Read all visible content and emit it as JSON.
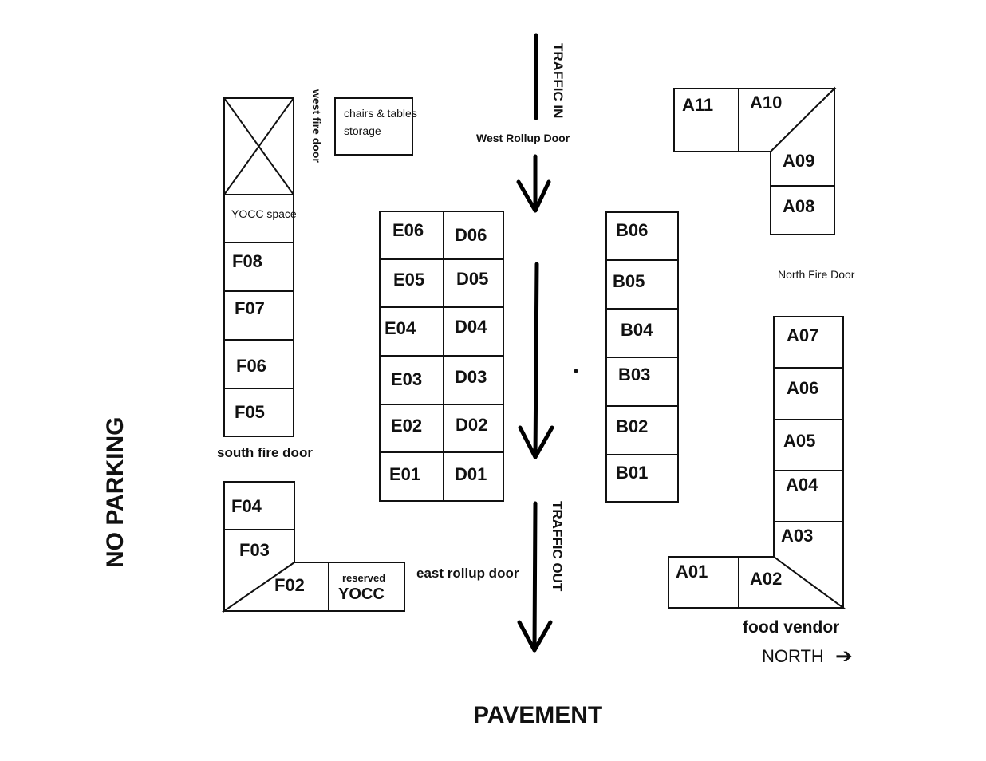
{
  "labels": {
    "traffic_in": "TRAFFIC IN",
    "traffic_out": "TRAFFIC OUT",
    "west_rollup": "West Rollup Door",
    "east_rollup": "east rollup door",
    "north_fire": "North Fire Door",
    "south_fire": "south fire door",
    "west_fire": "west fire door",
    "storage_line1": "chairs & tables",
    "storage_line2": "storage",
    "yocc_space": "YOCC space",
    "reserved": "reserved",
    "yocc": "YOCC",
    "food_vendor": "food vendor",
    "north": "NORTH",
    "north_arrow": "➔",
    "no_parking": "NO PARKING",
    "pavement": "PAVEMENT"
  },
  "booths": {
    "E06": "E06",
    "D06": "D06",
    "E05": "E05",
    "D05": "D05",
    "E04": "E04",
    "D04": "D04",
    "E03": "E03",
    "D03": "D03",
    "E02": "E02",
    "D02": "D02",
    "E01": "E01",
    "D01": "D01",
    "B06": "B06",
    "B05": "B05",
    "B04": "B04",
    "B03": "B03",
    "B02": "B02",
    "B01": "B01",
    "F08": "F08",
    "F07": "F07",
    "F06": "F06",
    "F05": "F05",
    "F04": "F04",
    "F03": "F03",
    "F02": "F02",
    "A11": "A11",
    "A10": "A10",
    "A09": "A09",
    "A08": "A08",
    "A07": "A07",
    "A06": "A06",
    "A05": "A05",
    "A04": "A04",
    "A03": "A03",
    "A01": "A01",
    "A02": "A02"
  }
}
